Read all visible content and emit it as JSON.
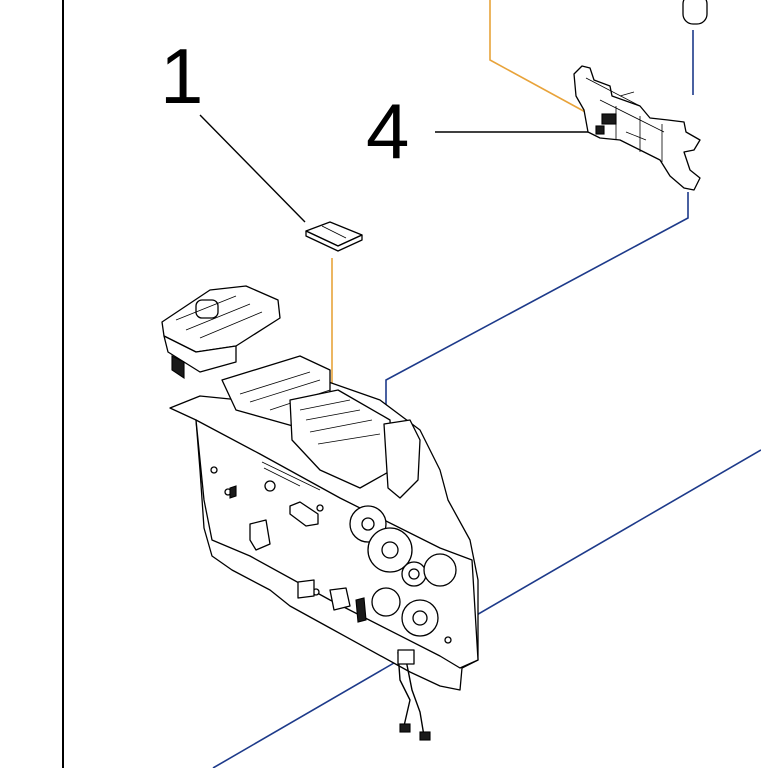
{
  "callouts": [
    {
      "id": "1",
      "label": "1"
    },
    {
      "id": "4",
      "label": "4"
    }
  ],
  "colors": {
    "leader_line": "#000000",
    "orange_guide": "#e8a33a",
    "blue_guide": "#1d3a8a",
    "frame": "#000000",
    "background": "#ffffff"
  }
}
